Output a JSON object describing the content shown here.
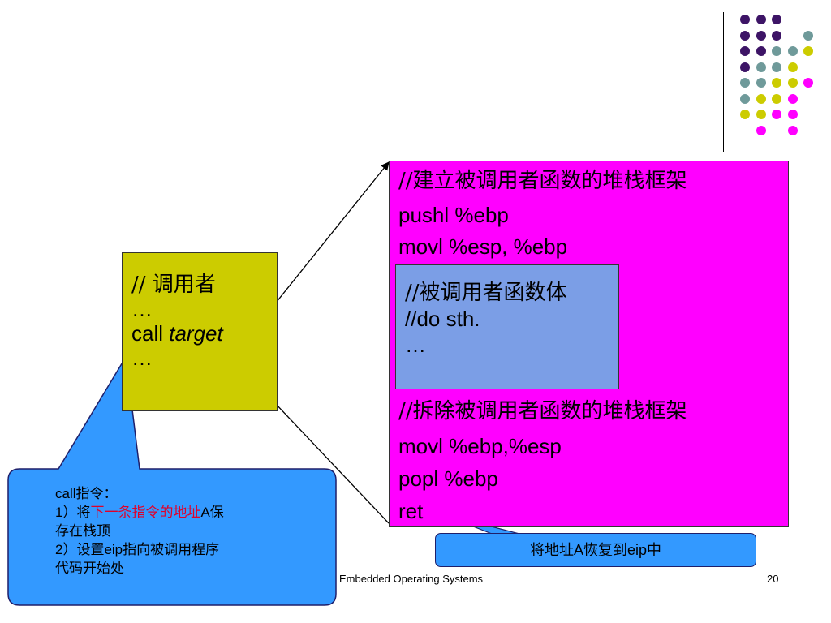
{
  "caller": {
    "lines": [
      "// 调用者",
      "…",
      "call ",
      "target",
      "…"
    ]
  },
  "callee": {
    "setup_comment": "//建立被调用者函数的堆栈框架",
    "setup_line1": "pushl %ebp",
    "setup_line2": "movl %esp, %ebp",
    "teardown_comment": "//拆除被调用者函数的堆栈框架",
    "teardown_line1": "movl %ebp,%esp",
    "teardown_line2": "popl %ebp",
    "teardown_line3": "ret"
  },
  "body": {
    "line1": "//被调用者函数体",
    "line2": "//do sth.",
    "line3": "…"
  },
  "callout": {
    "line1": "call指令：",
    "line2_prefix": "1）将",
    "line2_highlight": "下一条指令的地址",
    "line2_suffix": "A保",
    "line3": "存在栈顶",
    "line4": "2）设置eip指向被调用程序",
    "line5": "代码开始处"
  },
  "restore_note": "将地址A恢复到eip中",
  "footer": {
    "title": "Embedded Operating Systems",
    "page": "20"
  },
  "colors": {
    "purple": "#3d1466",
    "teal": "#6f9a9a",
    "yellow": "#cccc00",
    "magenta": "#ff00ff",
    "caller_box": "#cccc00",
    "callee_box": "#ff00ff",
    "body_box": "#7b9ee6",
    "callout": "#3399ff",
    "highlight": "#e0002a"
  }
}
